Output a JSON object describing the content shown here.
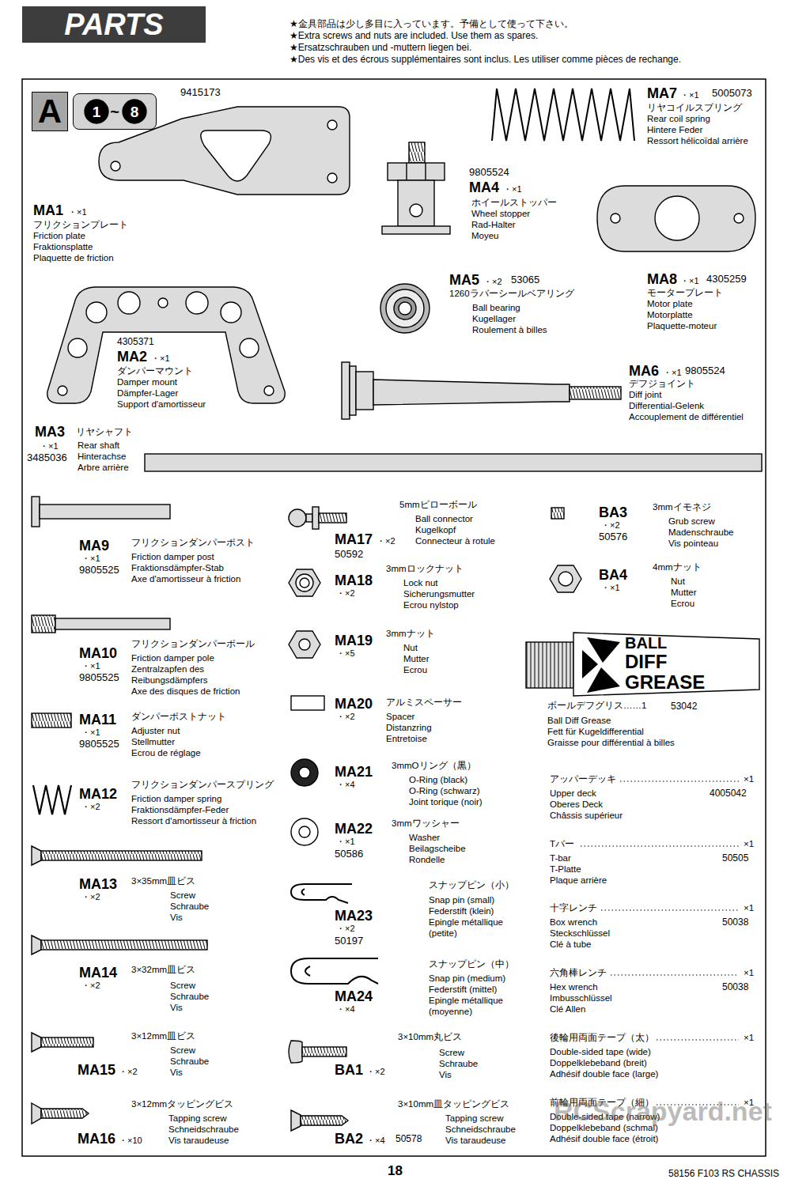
{
  "diagram": {
    "nodes": [
      {
        "text": [
          "PARTS"
        ]
      },
      {
        "text": [
          "A"
        ]
      },
      {
        "text": [
          "~"
        ]
      },
      {
        "text": [
          "1"
        ],
        "in": 2
      },
      {
        "text": [
          "8"
        ],
        "in": 2
      }
    ],
    "labels": [
      "★金具部品は少し多目に入っています。予備として使って下さい。",
      "★Extra screws and nuts are included. Use them as spares.",
      "★Ersatzschrauben und -muttern liegen bei.",
      "★Des vis et des écrous supplémentaires sont inclus. Les utiliser comme pièces de rechange.",
      "9415173",
      "MA1",
      "・×1",
      "フリクションプレート",
      "Friction plate",
      "Fraktionsplatte",
      "Plaquette de friction",
      "MA7",
      "・×1",
      "5005073",
      "リヤコイルスプリング",
      "Rear coil spring",
      "Hintere Feder",
      "Ressort hélicoïdal arrière",
      "9805524",
      "MA4",
      "・×1",
      "ホイールストッパー",
      "Wheel stopper",
      "Rad-Halter",
      "Moyeu",
      "MA5",
      "・×2",
      "53065",
      "1260ラバーシールベアリング",
      "Ball bearing",
      "Kugellager",
      "Roulement à billes",
      "MA8",
      "・×1",
      "4305259",
      "モータープレート",
      "Motor plate",
      "Motorplatte",
      "Plaquette-moteur",
      "4305371",
      "MA2",
      "・×1",
      "ダンパーマウント",
      "Damper mount",
      "Dämpfer-Lager",
      "Support d'amortisseur",
      "MA6",
      "・×1",
      "9805524",
      "デフジョイント",
      "Diff joint",
      "Differential-Gelenk",
      "Accouplement de différentiel",
      "MA3",
      "リヤシャフト",
      "・×1",
      "3485036",
      "Rear shaft",
      "Hinterachse",
      "Arbre arrière",
      "MA9",
      "・×1",
      "9805525",
      "フリクションダンパーポスト",
      "Friction damper post",
      "Fraktionsdämpfer-Stab",
      "Axe d'amortisseur à friction",
      "MA10",
      "・×1",
      "9805525",
      "フリクションダンパーポール",
      "Friction damper pole",
      "Zentralzapfen des",
      "Reibungsdämpfers",
      "Axe des disques de friction",
      "MA11",
      "・×1",
      "9805525",
      "ダンパーポストナット",
      "Adjuster nut",
      "Stellmutter",
      "Ecrou de réglage",
      "MA12",
      "・×2",
      "フリクションダンパースプリング",
      "Friction damper spring",
      "Fraktionsdämpfer-Feder",
      "Ressort d'amortisseur à friction",
      "MA13",
      "・×2",
      "3×35mm皿ビス",
      "Screw",
      "Schraube",
      "Vis",
      "MA14",
      "・×2",
      "3×32mm皿ビス",
      "Screw",
      "Schraube",
      "Vis",
      "MA15",
      "・×2",
      "3×12mm皿ビス",
      "Screw",
      "Schraube",
      "Vis",
      "MA16",
      "・×10",
      "3×12mmタッピングビス",
      "Tapping screw",
      "Schneidschraube",
      "Vis taraudeuse",
      "MA17",
      "・×2",
      "50592",
      "5mmピローボール",
      "Ball connector",
      "Kugelkopf",
      "Connecteur à rotule",
      "MA18",
      "・×2",
      "3mmロックナット",
      "Lock nut",
      "Sicherungsmutter",
      "Ecrou nylstop",
      "MA19",
      "・×5",
      "3mmナット",
      "Nut",
      "Mutter",
      "Ecrou",
      "MA20",
      "・×2",
      "アルミスペーサー",
      "Spacer",
      "Distanzring",
      "Entretoise",
      "MA21",
      "・×4",
      "3mmOリング（黒）",
      "O-Ring (black)",
      "O-Ring (schwarz)",
      "Joint torique (noir)",
      "MA22",
      "・×1",
      "50586",
      "3mmワッシャー",
      "Washer",
      "Beilagscheibe",
      "Rondelle",
      "MA23",
      "・×2",
      "50197",
      "スナップピン（小）",
      "Snap pin (small)",
      "Federstift (klein)",
      "Epingle métallique",
      "(petite)",
      "MA24",
      "・×4",
      "スナップピン（中）",
      "Snap pin (medium)",
      "Federstift (mittel)",
      "Epingle métallique",
      "(moyenne)",
      "BA1",
      "・×2",
      "3×10mm丸ビス",
      "Screw",
      "Schraube",
      "Vis",
      "BA2",
      "・×4",
      "50578",
      "3×10mm皿タッピングビス",
      "Tapping screw",
      "Schneidschraube",
      "Vis taraudeuse",
      "BA3",
      "・×2",
      "50576",
      "3mmイモネジ",
      "Grub screw",
      "Madenschraube",
      "Vis pointeau",
      "BA4",
      "・×1",
      "4mmナット",
      "Nut",
      "Mutter",
      "Ecrou",
      "BALL",
      "DIFF",
      "GREASE",
      "ボールデフグリス……1",
      "53042",
      "Ball Diff Grease",
      "Fett für Kugeldifferential",
      "Graisse pour différential à billes",
      "アッパーデッキ",
      "×1",
      "Upper deck",
      "4005042",
      "Oberes Deck",
      "Châssis supérieur",
      "Tバー",
      "×1",
      "T-bar",
      "50505",
      "T-Platte",
      "Plaque arrière",
      "十字レンチ",
      "×1",
      "Box wrench",
      "50038",
      "Steckschlüssel",
      "Clé à tube",
      "六角棒レンチ",
      "×1",
      "Hex wrench",
      "50038",
      "Imbusschlüssel",
      "Clé Allen",
      "後輪用両面テープ（太）",
      "×1",
      "Double-sided tape (wide)",
      "Doppelklebeband (breit)",
      "Adhésif double face (large)",
      "前輪用両面テープ（細）",
      "×1",
      "Double-sided tape (narrow)",
      "Doppelklebeband (schmal)",
      "Adhésif double face (étroit)",
      "18",
      "58156 F103 RS CHASSIS",
      "RCScrapyard.net"
    ]
  }
}
